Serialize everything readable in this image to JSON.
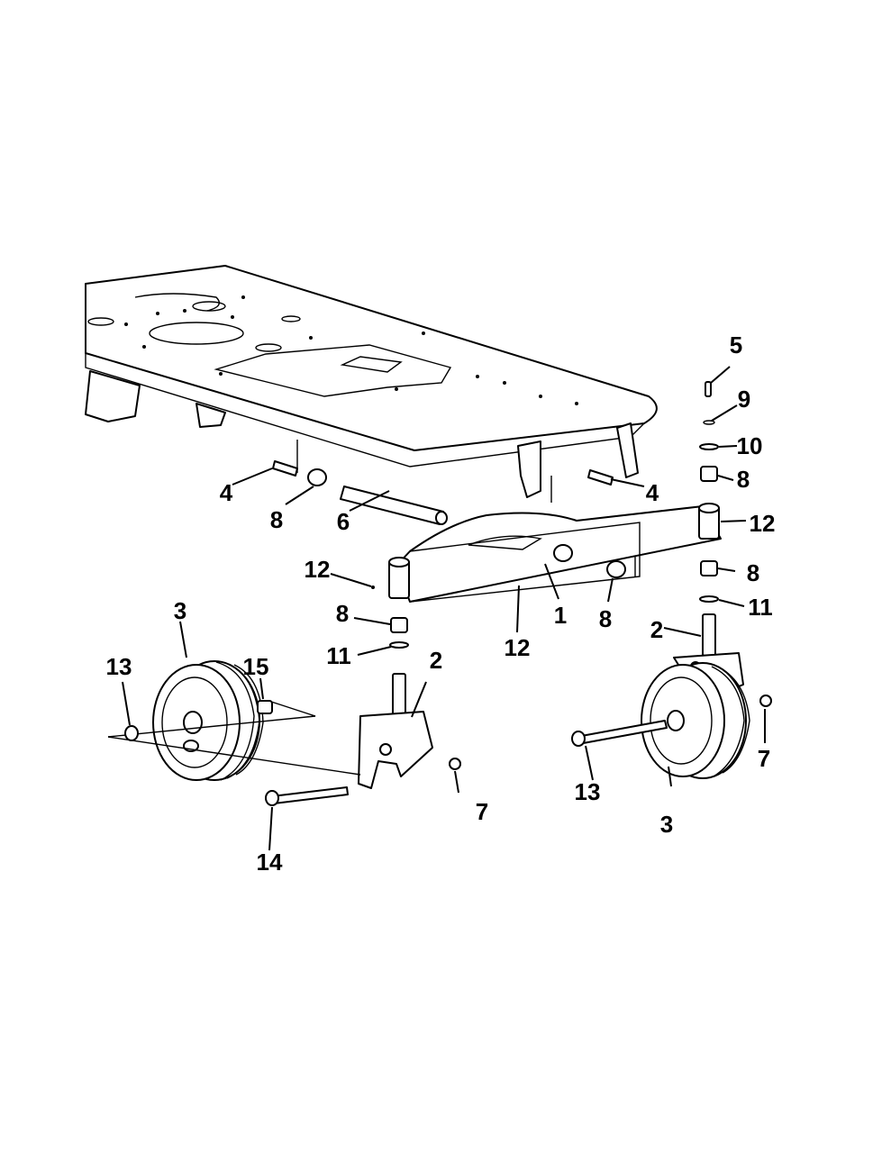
{
  "callouts": [
    {
      "id": "c1",
      "number": "1"
    },
    {
      "id": "c2a",
      "number": "2"
    },
    {
      "id": "c2b",
      "number": "2"
    },
    {
      "id": "c3a",
      "number": "3"
    },
    {
      "id": "c3b",
      "number": "3"
    },
    {
      "id": "c4a",
      "number": "4"
    },
    {
      "id": "c4b",
      "number": "4"
    },
    {
      "id": "c5",
      "number": "5"
    },
    {
      "id": "c6",
      "number": "6"
    },
    {
      "id": "c7a",
      "number": "7"
    },
    {
      "id": "c7b",
      "number": "7"
    },
    {
      "id": "c8a",
      "number": "8"
    },
    {
      "id": "c8b",
      "number": "8"
    },
    {
      "id": "c8c",
      "number": "8"
    },
    {
      "id": "c8d",
      "number": "8"
    },
    {
      "id": "c8e",
      "number": "8"
    },
    {
      "id": "c9",
      "number": "9"
    },
    {
      "id": "c10",
      "number": "10"
    },
    {
      "id": "c11a",
      "number": "11"
    },
    {
      "id": "c11b",
      "number": "11"
    },
    {
      "id": "c12a",
      "number": "12"
    },
    {
      "id": "c12b",
      "number": "12"
    },
    {
      "id": "c12c",
      "number": "12"
    },
    {
      "id": "c13a",
      "number": "13"
    },
    {
      "id": "c13b",
      "number": "13"
    },
    {
      "id": "c14",
      "number": "14"
    },
    {
      "id": "c15",
      "number": "15"
    }
  ]
}
